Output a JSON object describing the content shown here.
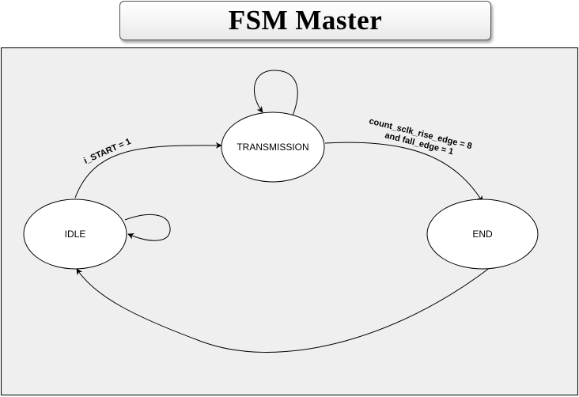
{
  "title": "FSM Master",
  "states": {
    "idle": "IDLE",
    "transmission": "TRANSMISSION",
    "end": "END"
  },
  "transitions": {
    "idle_to_transmission": "i_START = 1",
    "transmission_to_end_line1": "count_sclk_rise_edge = 8",
    "transmission_to_end_line2": "and fall_edge = 1"
  }
}
